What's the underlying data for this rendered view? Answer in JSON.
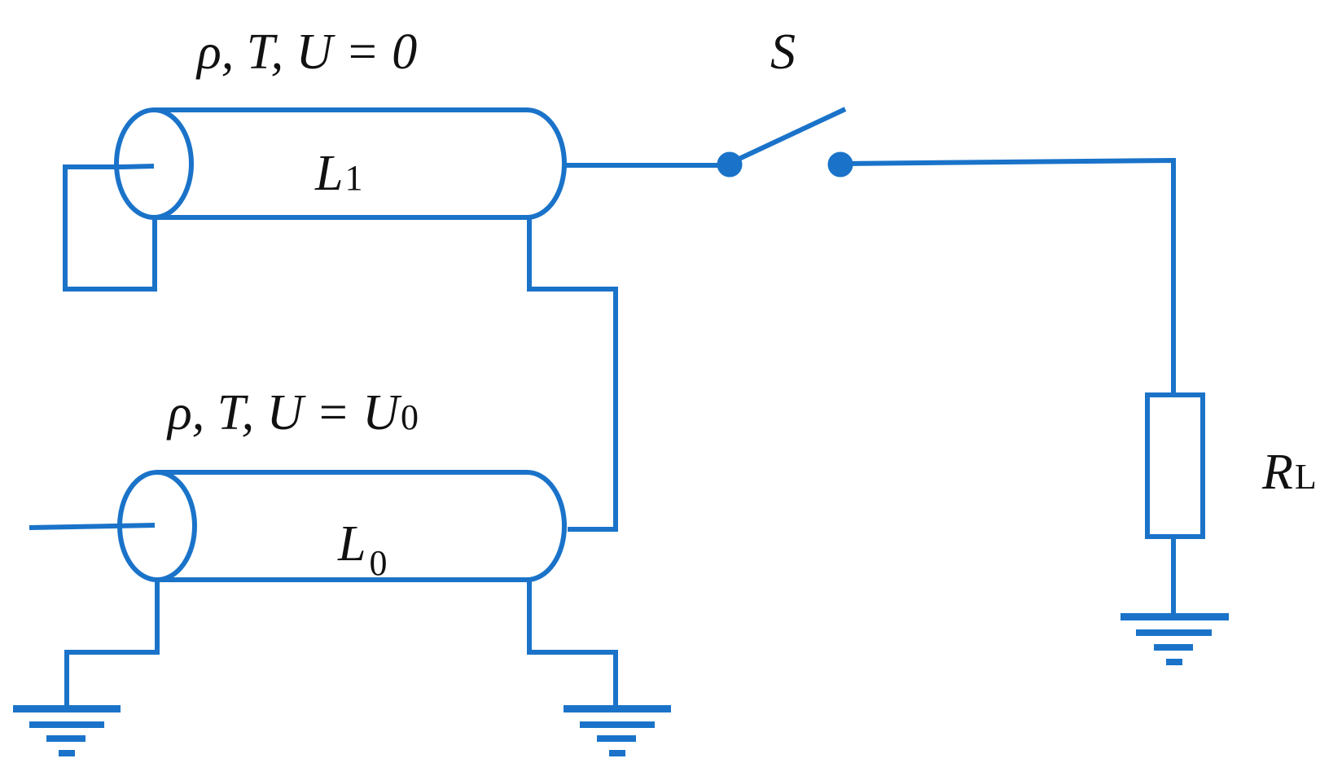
{
  "colors": {
    "wire": "#1a73c9",
    "text": "#111111",
    "background": "#ffffff"
  },
  "labels": {
    "upper_line_params": "ρ, T, U = 0",
    "lower_line_params": "ρ, T, U = U",
    "lower_line_params_sub": "0",
    "switch": "S",
    "upper_line_name": "L",
    "upper_line_name_sub": "1",
    "lower_line_name": "L",
    "lower_line_name_sub": "0",
    "load": "R",
    "load_sub": "L"
  },
  "components": {
    "transmission_lines": [
      "L1",
      "L0"
    ],
    "switch": "S",
    "load_resistor": "RL",
    "ground_symbols": 3
  }
}
